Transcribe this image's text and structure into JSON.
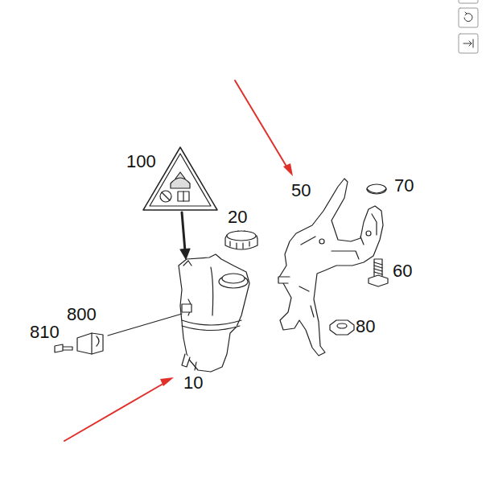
{
  "diagram": {
    "labels": [
      "100",
      "20",
      "50",
      "70",
      "60",
      "800",
      "810",
      "80",
      "10"
    ]
  }
}
